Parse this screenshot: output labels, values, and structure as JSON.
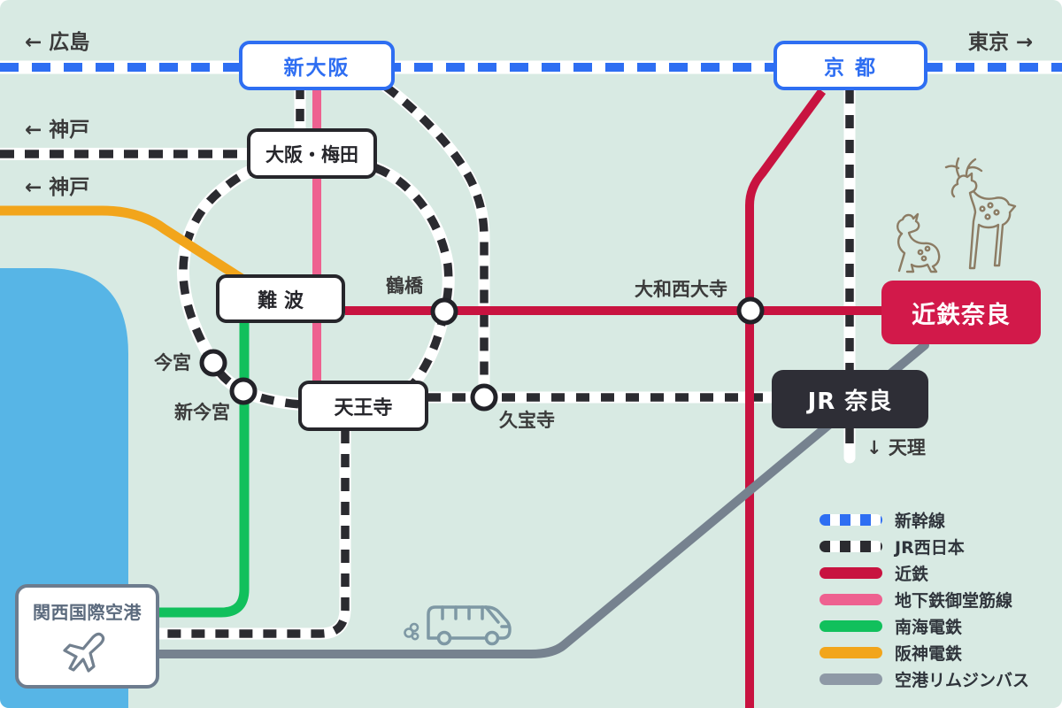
{
  "map": {
    "colors": {
      "background": "#d8eae3",
      "water": "#57b5e6",
      "shinkansen_blue": "#2e6ef2",
      "jr_black": "#2b2b30",
      "kintetsu_crimson": "#c81340",
      "kintetsu_box": "#d2194a",
      "midosuji_pink": "#ee6190",
      "nankai_green": "#11c05c",
      "hanshin_orange": "#f2a51b",
      "limousine_gray": "#76828f",
      "legend_gray": "#8e99a6"
    },
    "directions": {
      "hiroshima": "← 広島",
      "kobe_jr": "← 神戸",
      "kobe_hanshin": "← 神戸",
      "tokyo": "東京 →",
      "tenri": "↓ 天理"
    },
    "stations": {
      "shin_osaka": "新大阪",
      "kyoto": "京 都",
      "osaka_umeda": "大阪・梅田",
      "namba": "難 波",
      "tsuruhashi": "鶴橋",
      "imamiya": "今宮",
      "shin_imamiya": "新今宮",
      "tennoji": "天王寺",
      "kyuhoji": "久宝寺",
      "yamato_saidaiji": "大和西大寺",
      "kintetsu_nara": "近鉄奈良",
      "jr_nara": "JR 奈良",
      "kansai_airport": "関西国際空港"
    },
    "icons": {
      "deer": "deer-illustration",
      "bus": "airport-limousine-bus-icon",
      "airplane": "airplane-icon"
    },
    "legend": {
      "items": [
        {
          "label": "新幹線",
          "color": "#2e6ef2",
          "style": "dashed"
        },
        {
          "label": "JR西日本",
          "color": "#2b2b30",
          "style": "dashed"
        },
        {
          "label": "近鉄",
          "color": "#c81340",
          "style": "solid"
        },
        {
          "label": "地下鉄御堂筋線",
          "color": "#ee6190",
          "style": "solid"
        },
        {
          "label": "南海電鉄",
          "color": "#11c05c",
          "style": "solid"
        },
        {
          "label": "阪神電鉄",
          "color": "#f2a51b",
          "style": "solid"
        },
        {
          "label": "空港リムジンバス",
          "color": "#8e99a6",
          "style": "solid"
        }
      ]
    }
  }
}
